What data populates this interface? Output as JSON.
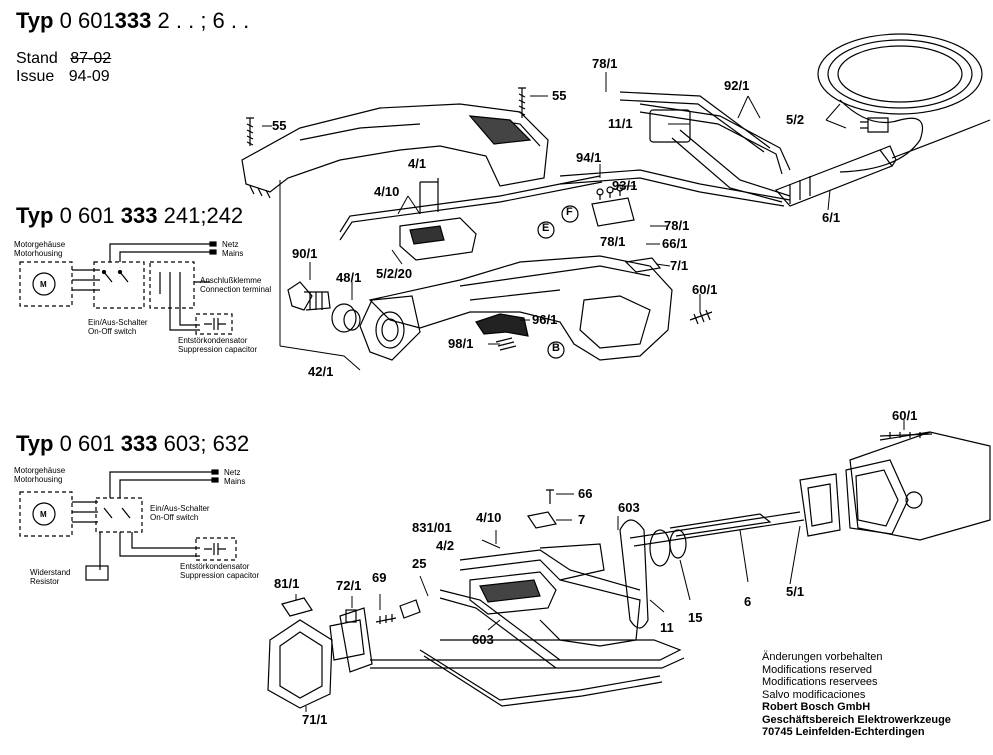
{
  "header": {
    "typ_word": "Typ",
    "typ_prefix": "0 601",
    "typ_bold": "333",
    "typ_suffix": "2 . . ; 6 . .",
    "stand_label": "Stand",
    "stand_value": "87-02",
    "issue_label": "Issue",
    "issue_value": "94-09"
  },
  "variant1": {
    "typ_word": "Typ",
    "prefix": "0 601",
    "bold": "333",
    "suffix": "241;242",
    "schematic": {
      "motor_housing_de": "Motorgehäuse",
      "motor_housing_en": "Motorhousing",
      "motor_symbol": "M",
      "mains_de": "Netz",
      "mains_en": "Mains",
      "terminal_de": "Anschlußklemme",
      "terminal_en": "Connection terminal",
      "switch_de": "Ein/Aus-Schalter",
      "switch_en": "On-Off switch",
      "capacitor_de": "Entstörkondensator",
      "capacitor_en": "Suppression capacitor"
    }
  },
  "variant2": {
    "typ_word": "Typ",
    "prefix": "0 601",
    "bold": "333",
    "suffix": "603; 632",
    "schematic": {
      "motor_housing_de": "Motorgehäuse",
      "motor_housing_en": "Motorhousing",
      "motor_symbol": "M",
      "mains_de": "Netz",
      "mains_en": "Mains",
      "switch_de": "Ein/Aus-Schalter",
      "switch_en": "On-Off switch",
      "capacitor_de": "Entstörkondensator",
      "capacitor_en": "Suppression capacitor",
      "resistor_de": "Widerstand",
      "resistor_en": "Resistor"
    }
  },
  "labels_top": {
    "l55a": "55",
    "l55b": "55",
    "l78_1a": "78/1",
    "l92_1": "92/1",
    "l11_1": "11/1",
    "l5_2": "5/2",
    "l94_1": "94/1",
    "l93_1": "93/1",
    "l4_1": "4/1",
    "l4_10": "4/10",
    "l90_1": "90/1",
    "l48_1": "48/1",
    "l5_2_20": "5/2/20",
    "lE": "E",
    "lF": "F",
    "l78_1b": "78/1",
    "l78_1c": "78/1",
    "l66_1": "66/1",
    "l7_1": "7/1",
    "l6_1": "6/1",
    "l60_1a": "60/1",
    "l96_1": "96/1",
    "l98_1": "98/1",
    "lB": "B",
    "l42_1": "42/1"
  },
  "labels_bottom": {
    "l60_1": "60/1",
    "l66": "66",
    "l7": "7",
    "l603a": "603",
    "l831_01": "831/01",
    "l4_10": "4/10",
    "l4_2": "4/2",
    "l25": "25",
    "l69": "69",
    "l72_1": "72/1",
    "l81_1": "81/1",
    "l603b": "603",
    "l11": "11",
    "l15": "15",
    "l6": "6",
    "l5_1": "5/1",
    "l71_1": "71/1"
  },
  "footer": {
    "line1": "Änderungen vorbehalten",
    "line2": "Modifications reserved",
    "line3": "Modifications reservees",
    "line4": "Salvo modificaciones",
    "line5": "Robert Bosch GmbH",
    "line6": "Geschäftsbereich Elektrowerkzeuge",
    "line7": "70745 Leinfelden-Echterdingen"
  }
}
